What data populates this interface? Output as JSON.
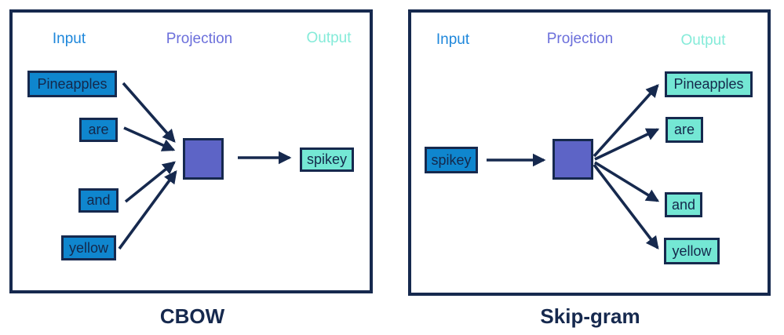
{
  "colors": {
    "navy": "#16294E",
    "input_box_fill": "#0F86CE",
    "output_box_fill": "#74E7D4",
    "projection_fill": "#5D64C6",
    "input_label": "#1E87DB",
    "projection_label": "#6B6FDB",
    "output_label": "#85EBD9",
    "arrow": "#16294E",
    "background": "#ffffff"
  },
  "panels": [
    {
      "title": "CBOW",
      "columns": {
        "input": "Input",
        "projection": "Projection",
        "output": "Output"
      },
      "input_words": [
        "Pineapples",
        "are",
        "and",
        "yellow"
      ],
      "output_words": [
        "spikey"
      ],
      "arrows": [
        {
          "from": "Pineapples",
          "to": "projection"
        },
        {
          "from": "are",
          "to": "projection"
        },
        {
          "from": "and",
          "to": "projection"
        },
        {
          "from": "yellow",
          "to": "projection"
        },
        {
          "from": "projection",
          "to": "spikey"
        }
      ]
    },
    {
      "title": "Skip-gram",
      "columns": {
        "input": "Input",
        "projection": "Projection",
        "output": "Output"
      },
      "input_words": [
        "spikey"
      ],
      "output_words": [
        "Pineapples",
        "are",
        "and",
        "yellow"
      ],
      "arrows": [
        {
          "from": "spikey",
          "to": "projection"
        },
        {
          "from": "projection",
          "to": "Pineapples"
        },
        {
          "from": "projection",
          "to": "are"
        },
        {
          "from": "projection",
          "to": "and"
        },
        {
          "from": "projection",
          "to": "yellow"
        }
      ]
    }
  ]
}
